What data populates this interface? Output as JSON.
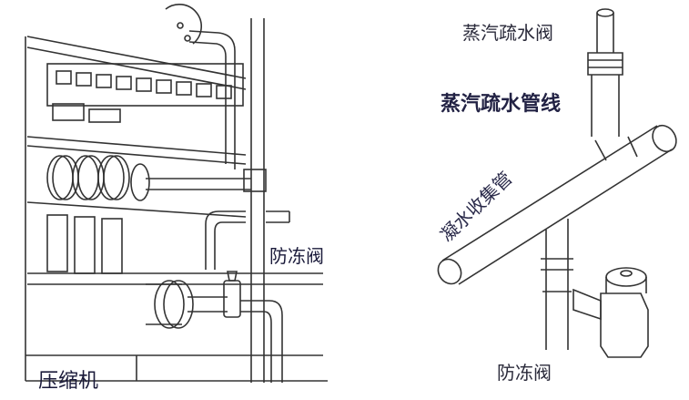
{
  "labels": {
    "compressor": "压缩机",
    "antifreeze_valve_left": "防冻阀",
    "steam_trap_valve": "蒸汽疏水阀",
    "steam_trap_line": "蒸汽疏水管线",
    "condensate_collector": "凝水收集管",
    "antifreeze_valve_right": "防冻阀"
  },
  "colors": {
    "line": "#333333",
    "text": "#1a1a3a"
  }
}
